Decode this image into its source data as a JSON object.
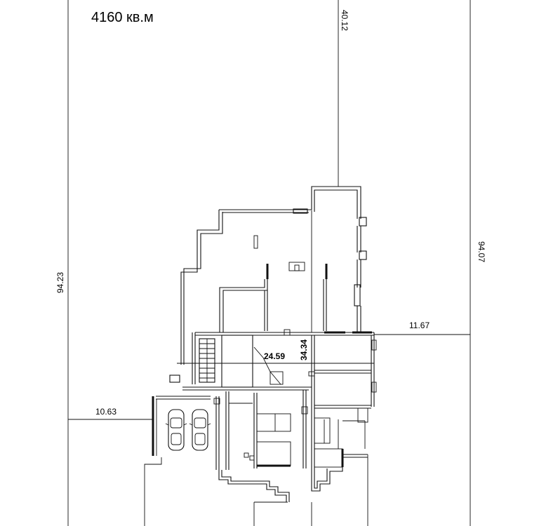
{
  "plan": {
    "area_label": "4160 кв.м",
    "dimensions": {
      "top_offset": "40.12",
      "left_length": "94.23",
      "right_length": "94.07",
      "right_offset": "11.67",
      "left_offset": "10.63",
      "inner_width": "24.59",
      "inner_height": "34.34"
    }
  }
}
